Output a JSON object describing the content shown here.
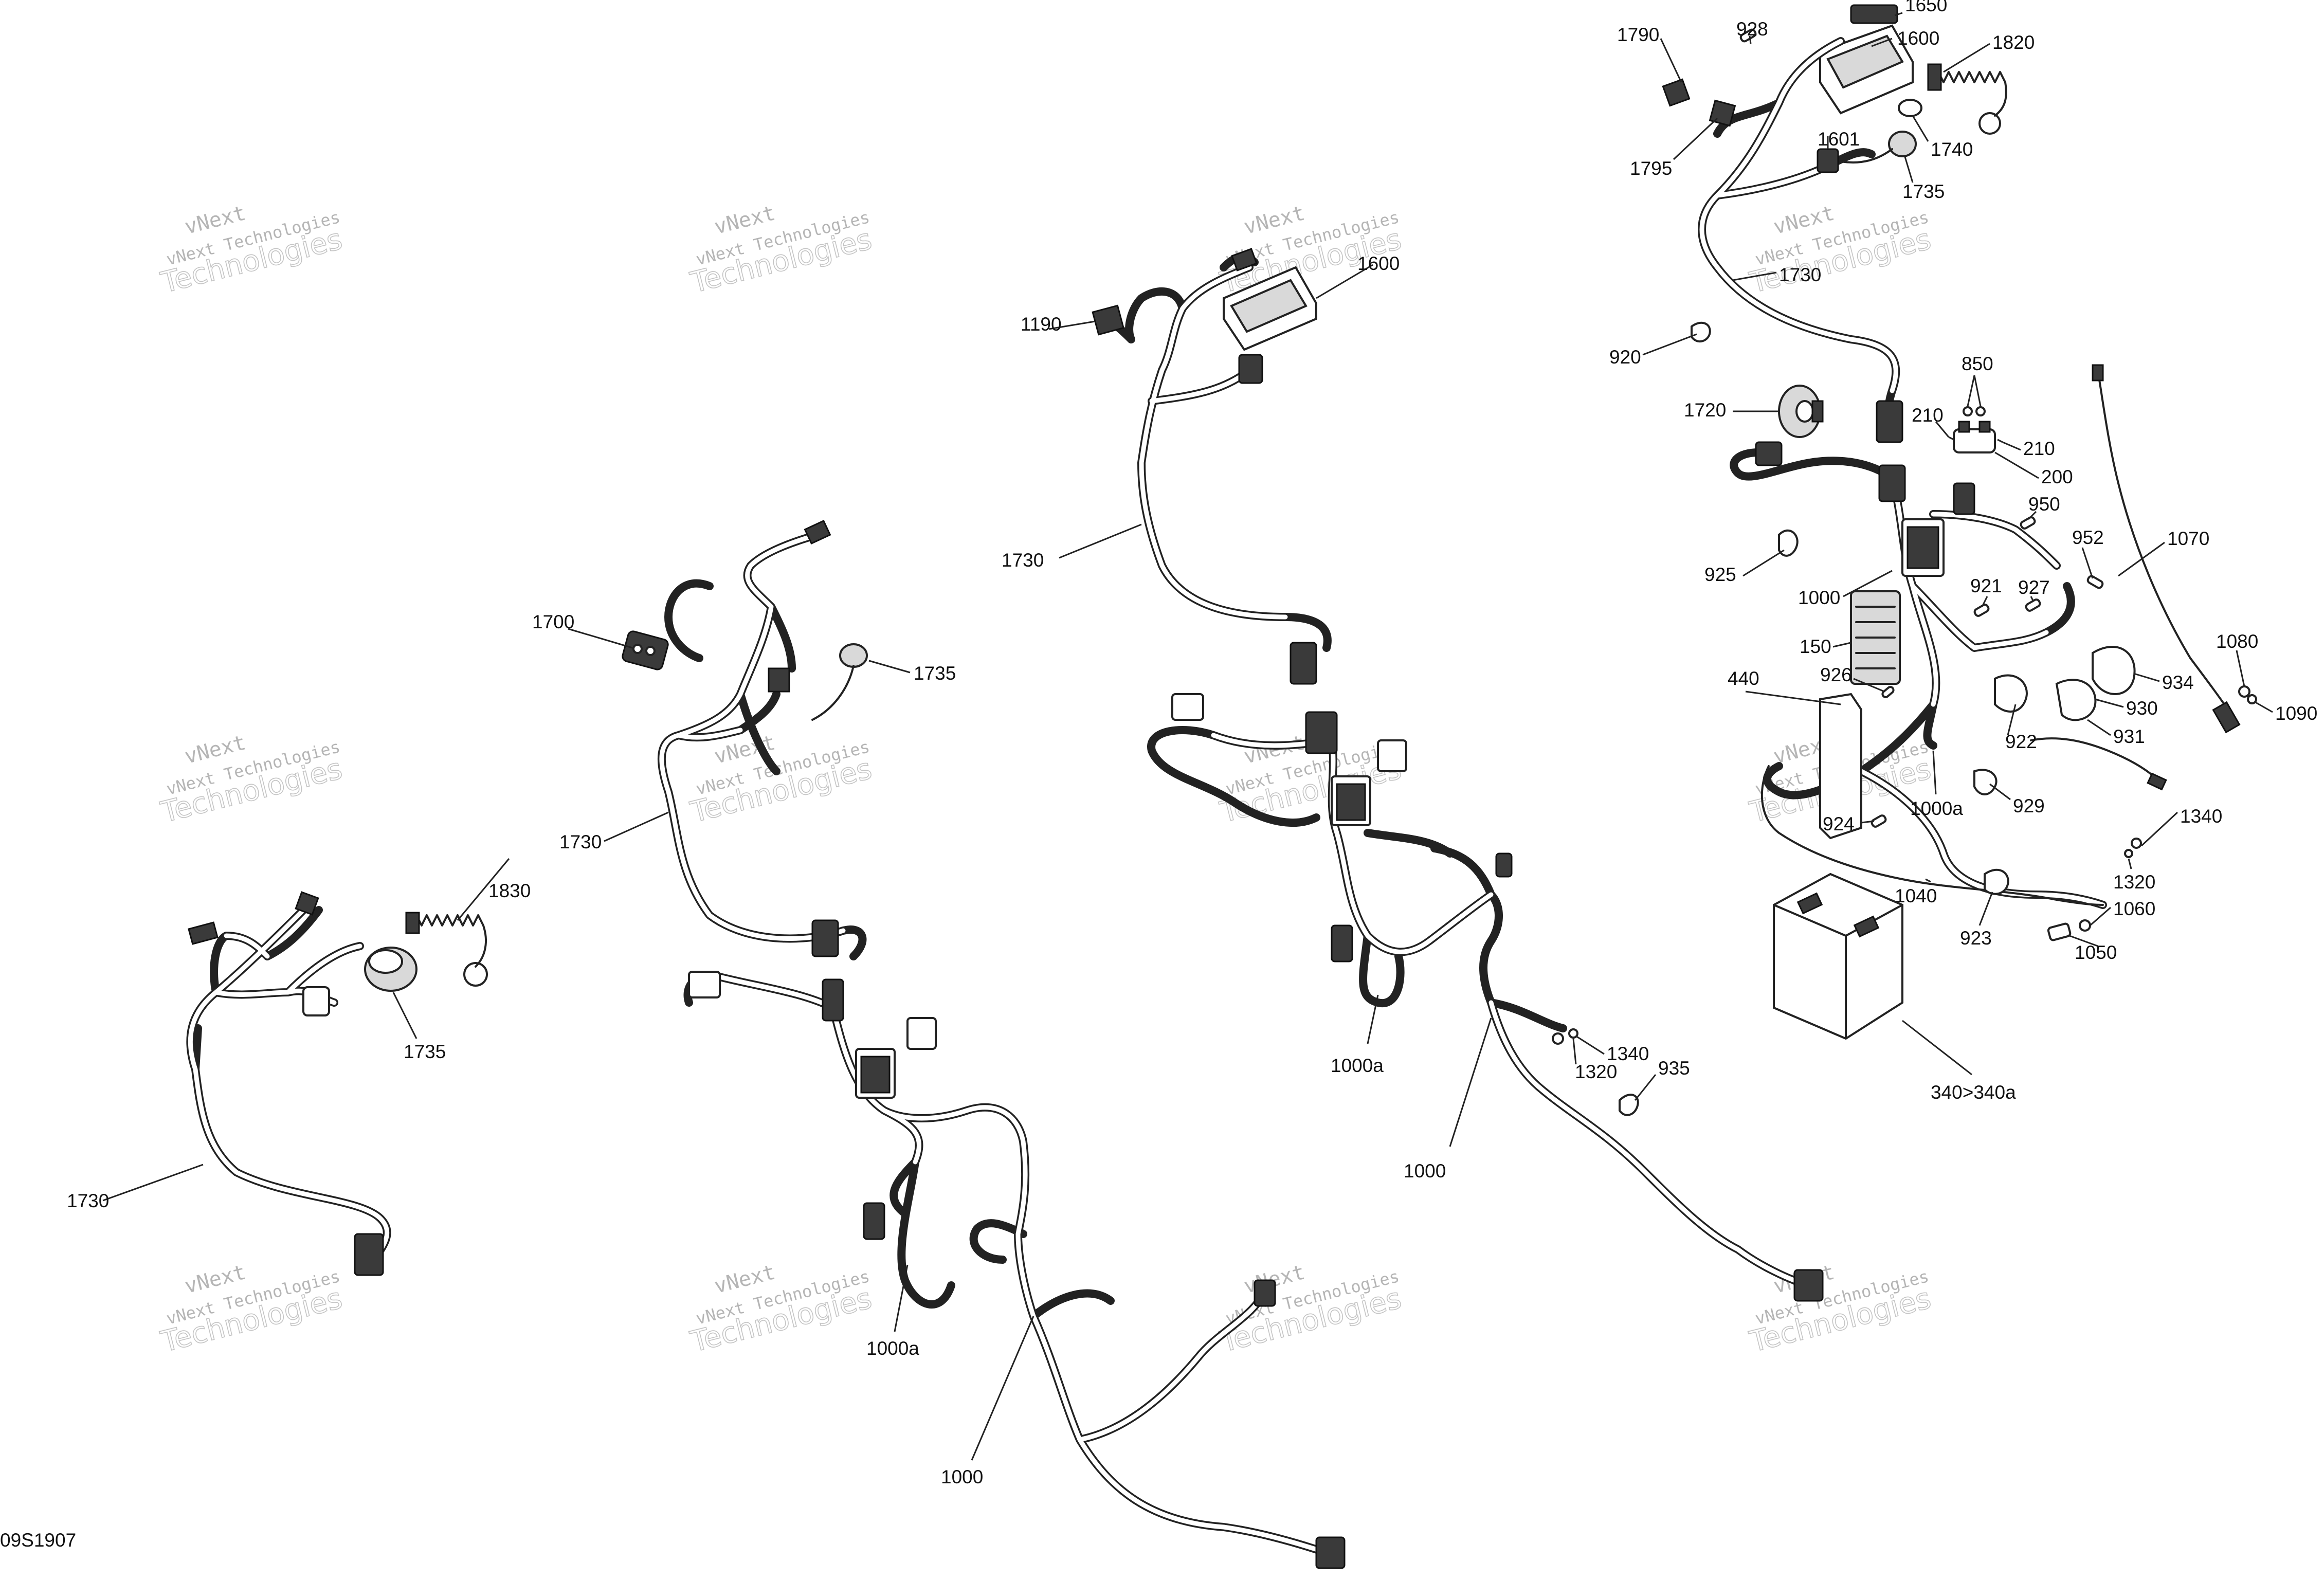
{
  "diagram_id": "09S1907",
  "watermark": {
    "line1": "vNext Technologies",
    "line2": "Technologies",
    "line3": "vNext"
  },
  "callouts": {
    "d1": {
      "c1730": "1730",
      "c1830": "1830",
      "c1735": "1735"
    },
    "d2": {
      "c1700": "1700",
      "c1735": "1735",
      "c1730": "1730",
      "c1000a": "1000a",
      "c1000": "1000"
    },
    "d3": {
      "c1190": "1190",
      "c1600": "1600",
      "c1730": "1730",
      "c1000a": "1000a",
      "c1340": "1340",
      "c1320": "1320",
      "c935": "935",
      "c1000": "1000"
    },
    "d4": {
      "c1790": "1790",
      "c928": "928",
      "c1650": "1650",
      "c1600": "1600",
      "c1820": "1820",
      "c1795": "1795",
      "c1601": "1601",
      "c1740": "1740",
      "c1735": "1735",
      "c1730": "1730",
      "c920": "920",
      "c850": "850",
      "c1720": "1720",
      "c210a": "210",
      "c210b": "210",
      "c200": "200",
      "c950": "950",
      "c925": "925",
      "c952": "952",
      "c1070": "1070",
      "c1000": "1000",
      "c921": "921",
      "c927": "927",
      "c150": "150",
      "c1080": "1080",
      "c440": "440",
      "c926": "926",
      "c934": "934",
      "c930": "930",
      "c1090": "1090",
      "c931": "931",
      "c922": "922",
      "c1000a": "1000a",
      "c929": "929",
      "c924": "924",
      "c1340": "1340",
      "c1320": "1320",
      "c1040": "1040",
      "c1060": "1060",
      "c923": "923",
      "c1050": "1050",
      "c340": "340>340a"
    }
  }
}
